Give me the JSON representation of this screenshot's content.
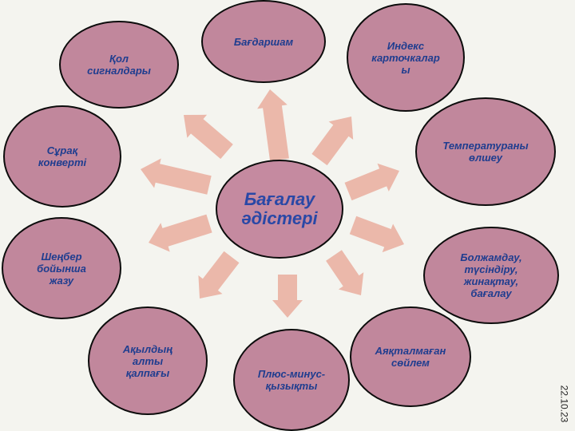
{
  "diagram": {
    "center": {
      "label": "Бағалау\nәдістері"
    },
    "nodes": [
      {
        "label": "Бағдаршам"
      },
      {
        "label": "Индекс\nкарточкалар\nы"
      },
      {
        "label": "Температураны\nөлшеу"
      },
      {
        "label": "Болжамдау,\nтүсіндіру,\nжинақтау,\nбағалау"
      },
      {
        "label": "Аяқталмаған\nсөйлем"
      },
      {
        "label": "Плюс-минус-\nқызықты"
      },
      {
        "label": "Ақылдың\nалты\nқалпағы"
      },
      {
        "label": "Шеңбер\nбойынша\nжазу"
      },
      {
        "label": "Сұрақ\nконверті"
      },
      {
        "label": "Қол\nсигналдары"
      }
    ]
  },
  "colors": {
    "node_fill": "#c1879c",
    "node_border": "#0c0c0c",
    "text": "#1f3d8f",
    "arrow": "#ebb8aa"
  },
  "footer": {
    "date": "22.10.23"
  }
}
